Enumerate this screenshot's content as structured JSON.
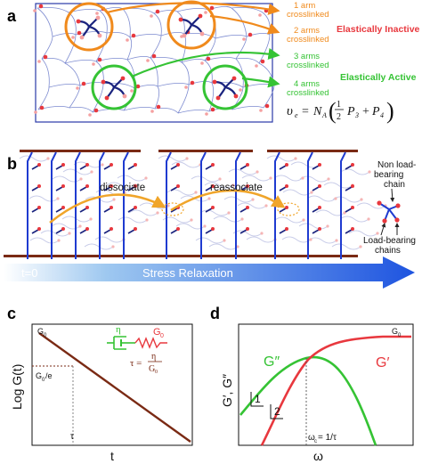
{
  "panels": {
    "a": {
      "letter": "a",
      "callouts": [
        {
          "text": "1 arm crosslinked",
          "lines": [
            "1 arm",
            "crosslinked"
          ],
          "color": "#f08a1c"
        },
        {
          "text": "2 arms crosslinked",
          "lines": [
            "2 arms",
            "crosslinked"
          ],
          "color": "#f08a1c"
        },
        {
          "text": "3 arms crosslinked",
          "lines": [
            "3 arms",
            "crosslinked"
          ],
          "color": "#35c334"
        },
        {
          "text": "4 arms crosslinked",
          "lines": [
            "4 arms",
            "crosslinked"
          ],
          "color": "#35c334"
        }
      ],
      "inactive_label": "Elastically Inactive",
      "active_label": "Elastically Active",
      "equation": {
        "lhs": "υ",
        "lhs_sub": "e",
        "rhs_N": "N",
        "rhs_N_sub": "A",
        "half_num": "1",
        "half_den": "2",
        "P3": "P",
        "P3_sub": "3",
        "plus": "+",
        "P4": "P",
        "P4_sub": "4"
      }
    },
    "b": {
      "letter": "b",
      "dissociate": "dissociate",
      "reassociate": "reassociate",
      "non_load_bearing": [
        "Non load-",
        "bearing",
        "chain"
      ],
      "load_bearing": [
        "Load-bearing",
        "chains"
      ],
      "t0": "t=0",
      "stress_relaxation": "Stress Relaxation"
    },
    "c": {
      "letter": "c",
      "ylabel": "Log G(t)",
      "xlabel": "t",
      "g0": "G",
      "g0_sub": "0",
      "g0e": "G",
      "g0e_sub": "0",
      "g0e_tail": "/e",
      "tau": "τ",
      "eta": "η",
      "spring_g0": "G",
      "spring_g0_sub": "0",
      "tau_eq_lhs": "τ =",
      "tau_eq_num": "η",
      "tau_eq_den": "G",
      "tau_eq_den_sub": "0"
    },
    "d": {
      "letter": "d",
      "ylabel": "G′, G″",
      "xlabel": "ω",
      "gpp": "G″",
      "gp": "G′",
      "g0": "G",
      "g0_sub": "0",
      "slope1": "1",
      "slope2": "2",
      "omega_c": "ω",
      "omega_c_sub": "c",
      "omega_c_tail": " = 1/τ"
    }
  },
  "colors": {
    "orange": "#f08a1c",
    "green": "#35c334",
    "red": "#e8383e",
    "blue": "#1f3bd0",
    "navy": "#1a237e",
    "brown": "#7a2a14",
    "arrow_start": "#ffffff",
    "arrow_end": "#1e54e0"
  }
}
